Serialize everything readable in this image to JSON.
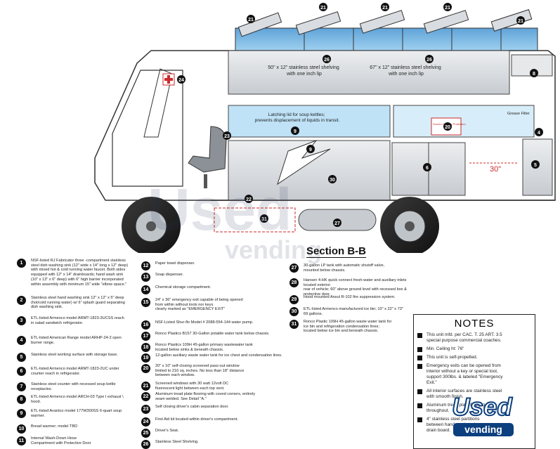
{
  "diagram": {
    "shelf_left": "50\" x 12\" stainless steel shelving\nwith one inch lip",
    "shelf_right": "67\" x 12\" stainless steel shelving\nwith one inch lip",
    "latch_note": "Latching lid for soup kettles;\nprevents displacement of liquids in transit.",
    "grease_filter": "Grease Filter",
    "dimension_30": "30\"",
    "fire_suppression_label": "Screen Canopy Protection",
    "section_title": "Section B-B"
  },
  "legend_left": [
    {
      "n": "1",
      "text": "NSF-listed RJ Fabricator  three -compartment stainless\nsteel dish washing sink (12\" wide x 14\"  long x 12\" deep)\nwith mixed hot & cold running water faucet. Both sides\nequipped with 12\" x 14\" drainboards; hand wash sink\n(10\" x 13\" x 6\" deep) with 6\" high barrier incorporated\nwithin assembly with minimum 15\" wide \"elbow space.\""
    },
    {
      "n": "2",
      "text": "Stainless steel hand washing sink 12\" x 12\" x 5\" deep\n(hot/cold running water) w/ 6\" splash guard separating\ndish washing sink."
    },
    {
      "n": "3",
      "text": "ETL-listed Armenco model ARMT-1823-3UCSS reach\nin salad sandwich refrigerator."
    },
    {
      "n": "4",
      "text": "ETL-listed American Range model ARHP-24-2 open\nburner range."
    },
    {
      "n": "5",
      "text": "Stainless steel working surface with storage base."
    },
    {
      "n": "6",
      "text": "ETL-listed Armenco model ARMT-1823-2UC under\ncounter reach in refrigerator."
    },
    {
      "n": "7",
      "text": "Stainless steel counter with recessed soup kettle\nreceptacles."
    },
    {
      "n": "8",
      "text": "ETL-listed Armenco model ARCH-03 Type I exhaust \\\nhood."
    },
    {
      "n": "9",
      "text": "ETL-listed Avantco model 177W300SS 6-quart soup\nwarmer."
    },
    {
      "n": "10",
      "text": "Bread warmer; model TBD"
    },
    {
      "n": "11",
      "text": "Internal Wash-Down Hose\nCompartment with Protective Door"
    }
  ],
  "legend_mid": [
    {
      "n": "12",
      "text": "Paper towel dispenser."
    },
    {
      "n": "13",
      "text": "Soap dispenser."
    },
    {
      "n": "14",
      "text": "Chemical storage compartment."
    },
    {
      "n": "15",
      "text": "24\" x 36\" emergency exit capable of being opened\nfrom within without tools nor keys\nclearly marked as \"EMERGENCY EXIT\""
    },
    {
      "n": "16",
      "text": "NSF-Listed Shur-flo Model # 2088-554-144 water pump."
    },
    {
      "n": "17",
      "text": "Ronco Plastics B157 30-Gallon potable water tank below chassis."
    },
    {
      "n": "18",
      "text": "Ronco Plastics 109H 45-gallon primary wastewater tank\nlocated below sinks & beneath chassis."
    },
    {
      "n": "19",
      "text": "12-gallon auxiliary waste water tank for ice chest and condensation lines."
    },
    {
      "n": "20",
      "text": "20\" x 10\" self-closing screened pass-out window\nlimited to 216 sq. inches. No less than 18\" distance\nbetween each window."
    },
    {
      "n": "21",
      "text": "Screened  windows  with 30 watt 12volt  DC\nfluorescent light between each top vent."
    },
    {
      "n": "22",
      "text": "Aluminum tread plate flooring with coved corners, entirely\nseam welded.  See Detail \"A.\""
    },
    {
      "n": "23",
      "text": "Self closing driver's cabin separation door."
    },
    {
      "n": "24",
      "text": "First Aid kit located within driver's compartment."
    },
    {
      "n": "25",
      "text": "Driver's Seat."
    },
    {
      "n": "26",
      "text": "Stainless Steel Shelving."
    }
  ],
  "legend_right": [
    {
      "n": "27",
      "text": "30-gallon LP tank with automatic shutoff valve,\nmounted below chassis."
    },
    {
      "n": "28",
      "text": "Hansen 4-HK quick connect fresh-water  and auxiliary inlets located exterior\nrear of vehicle; 60\" above ground level with recessed box & protective door."
    },
    {
      "n": "29",
      "text": "Hood mounted Ansul R-102 fire suppression system."
    },
    {
      "n": "30",
      "text": "ETL-listed Armenco manufactured ice bin; 10\" x 22\" x 73\"\n69 gallons."
    },
    {
      "n": "31",
      "text": "Ronco Plastic 109H 45-gallon waste water tank for\nice bin and refrigeration condensation lines;\nlocated below ice bin and beneath chassis."
    }
  ],
  "notes": {
    "title": "NOTES",
    "items": [
      "This unit mfd. per CAC. T. 25 ART. 3.5\nspecial purpose commercial coaches.",
      "Min. Ceiling ht: 76\"",
      "This unit is self-propelled.",
      "Emergency exits can be opened from\ninterior without a key or special tool,\nsupport 300lbs. & labeled \"Emergency\nExit.\"",
      "All interior surfaces are stainless steel\nwith smooth finish.",
      "Aluminum tread plate flooring\nthroughout.",
      "4\" stainless steel partitions\nbetween hand wash and\ndrain board."
    ]
  },
  "watermark": {
    "big": "Used",
    "small": "vending"
  },
  "logo": {
    "word": "Used",
    "sub": "vending"
  }
}
